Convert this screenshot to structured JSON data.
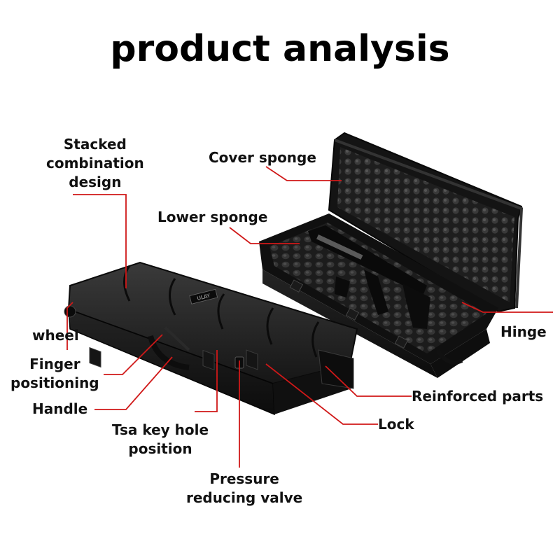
{
  "title": "product analysis",
  "labels": {
    "stacked": "Stacked\ncombination\ndesign",
    "cover_sponge": "Cover sponge",
    "lower_sponge": "Lower sponge",
    "wheel": "wheel",
    "finger": "Finger\npositioning",
    "handle": "Handle",
    "tsa": "Tsa key hole\nposition",
    "pressure": "Pressure\nreducing valve",
    "hinge": "Hinge",
    "reinforced": "Reinforced parts",
    "lock": "Lock"
  },
  "case_brand": "ULAY",
  "colors": {
    "leader": "#d01818",
    "case": "#1b1b1b",
    "foam": "#2a2a2a",
    "text": "#111111"
  }
}
